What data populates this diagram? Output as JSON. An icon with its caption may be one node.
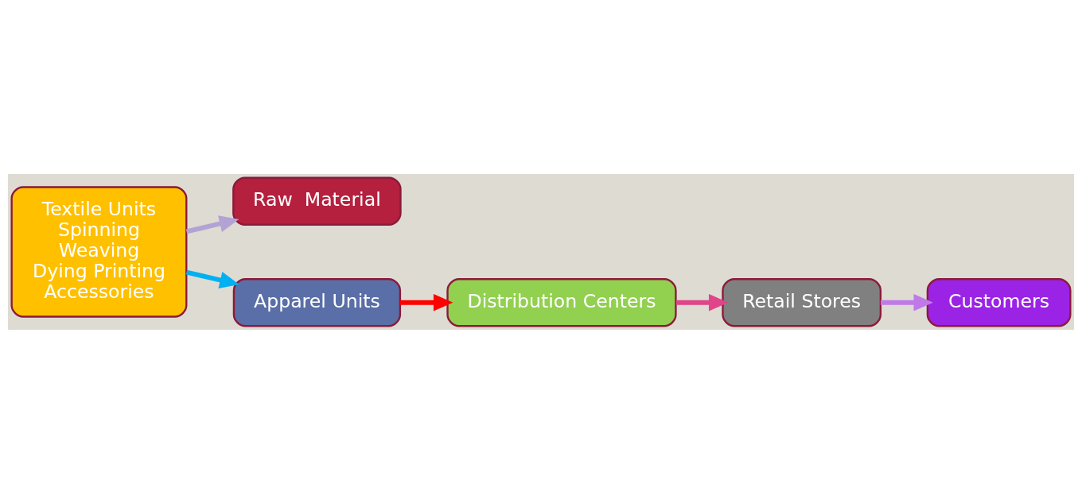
{
  "diagram": {
    "nodes": [
      {
        "text": [
          "Raw  Material"
        ]
      },
      {
        "text": [
          "Apparel Units"
        ]
      },
      {
        "text": [
          "Distribution Centers"
        ]
      },
      {
        "text": [
          "Retail Stores"
        ]
      },
      {
        "text": [
          "Textile Units",
          "Spinning",
          "Weaving",
          "Dying Printing",
          "Accessories"
        ]
      },
      {
        "text": [
          "Customers"
        ]
      }
    ],
    "edges": [
      {
        "from": 4,
        "to": 0,
        "arrow": "to",
        "color": "#b3a2d4"
      },
      {
        "from": 4,
        "to": 1,
        "arrow": "to",
        "color": "#00b0f0"
      },
      {
        "from": 1,
        "to": 2,
        "arrow": "to",
        "color": "#ff0000"
      },
      {
        "from": 2,
        "to": 3,
        "arrow": "to",
        "color": "#e0448a"
      },
      {
        "from": 3,
        "to": 5,
        "arrow": "to",
        "color": "#c07ae8"
      }
    ]
  }
}
